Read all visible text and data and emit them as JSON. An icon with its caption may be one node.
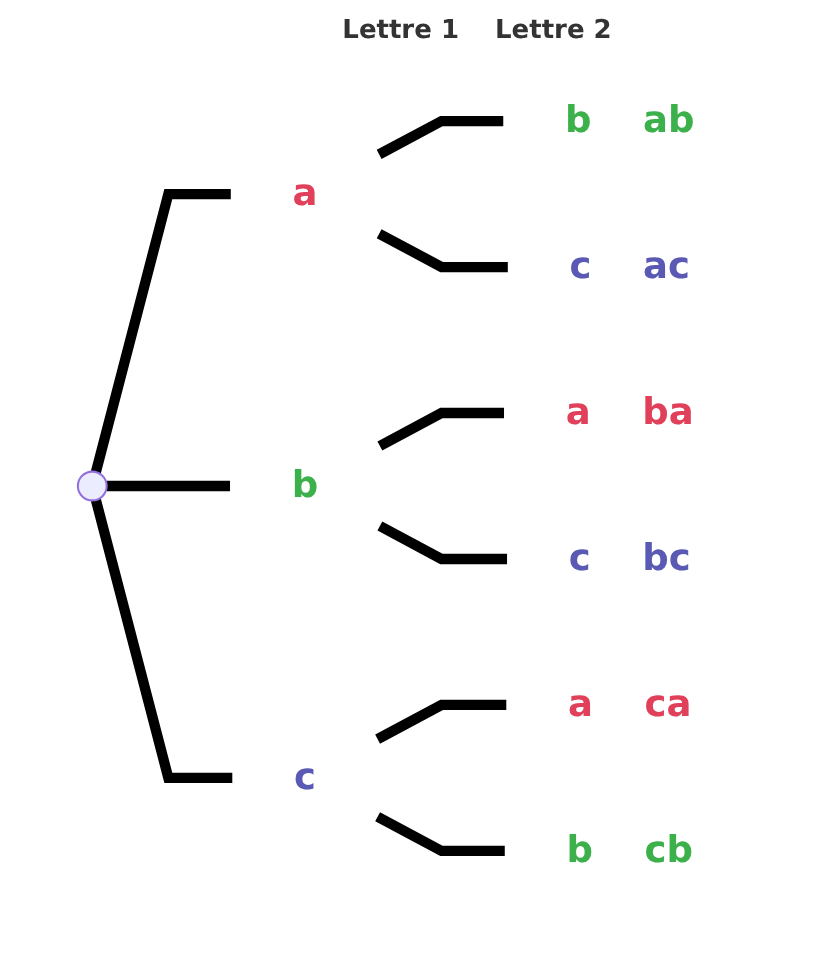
{
  "diagram": {
    "nodes": [
      {
        "text": [],
        "shape": "circle"
      },
      {
        "text": [
          "a"
        ]
      },
      {
        "text": [
          "b"
        ],
        "beside": [
          "ab"
        ]
      },
      {
        "text": [
          "c"
        ],
        "beside": [
          "ac"
        ]
      },
      {
        "text": [
          "b"
        ]
      },
      {
        "text": [
          "a"
        ],
        "beside": [
          "ba"
        ]
      },
      {
        "text": [
          "c"
        ],
        "beside": [
          "bc"
        ]
      },
      {
        "text": [
          "c"
        ]
      },
      {
        "text": [
          "a"
        ],
        "beside": [
          "ca"
        ]
      },
      {
        "text": [
          "b"
        ],
        "beside": [
          "cb"
        ]
      }
    ],
    "edges": [
      {
        "from": 0,
        "to": 1,
        "arrow": "none"
      },
      {
        "from": 0,
        "to": 4,
        "arrow": "none"
      },
      {
        "from": 0,
        "to": 7,
        "arrow": "none"
      },
      {
        "from": 1,
        "to": 2,
        "arrow": "none"
      },
      {
        "from": 1,
        "to": 3,
        "arrow": "none"
      },
      {
        "from": 4,
        "to": 5,
        "arrow": "none"
      },
      {
        "from": 4,
        "to": 6,
        "arrow": "none"
      },
      {
        "from": 7,
        "to": 8,
        "arrow": "none"
      },
      {
        "from": 7,
        "to": 9,
        "arrow": "none"
      }
    ],
    "labels": [
      "Lettre 1",
      "Lettre 2"
    ]
  }
}
